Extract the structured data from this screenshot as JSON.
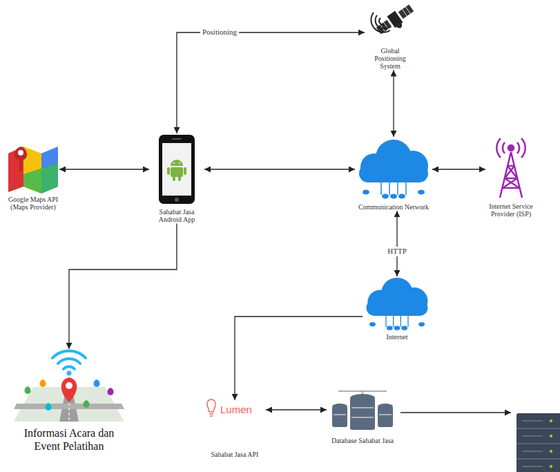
{
  "diagram": {
    "nodes": [
      {
        "text": [
          "Global Positioning System"
        ]
      },
      {
        "text": [
          "Google Maps API (Maps Provider)"
        ]
      },
      {
        "text": [
          "Sahabat Jasa Android App"
        ]
      },
      {
        "text": [
          "Communication Network"
        ]
      },
      {
        "text": [
          "Internet Service Provider (ISP)"
        ]
      },
      {
        "text": [
          "Internet"
        ]
      },
      {
        "text": [
          "Informasi Acara dan Event Pelatihan"
        ]
      },
      {
        "text": [
          "Lumen",
          "Sahabat Jasa API"
        ]
      },
      {
        "text": [
          "Database Sahabat Jasa"
        ]
      }
    ],
    "edges": [
      {
        "from": 0,
        "to": 2,
        "label": "Positioning",
        "arrow": "both"
      },
      {
        "from": 1,
        "to": 2,
        "arrow": "both"
      },
      {
        "from": 2,
        "to": 3,
        "arrow": "both"
      },
      {
        "from": 0,
        "to": 3,
        "arrow": "both"
      },
      {
        "from": 3,
        "to": 4,
        "arrow": "both"
      },
      {
        "from": 3,
        "to": 5,
        "label": "HTTP",
        "arrow": "both"
      },
      {
        "from": 5,
        "to": 7,
        "arrow": "to"
      },
      {
        "from": 2,
        "to": 6,
        "arrow": "to"
      },
      {
        "from": 7,
        "to": 8,
        "arrow": "both"
      }
    ]
  }
}
